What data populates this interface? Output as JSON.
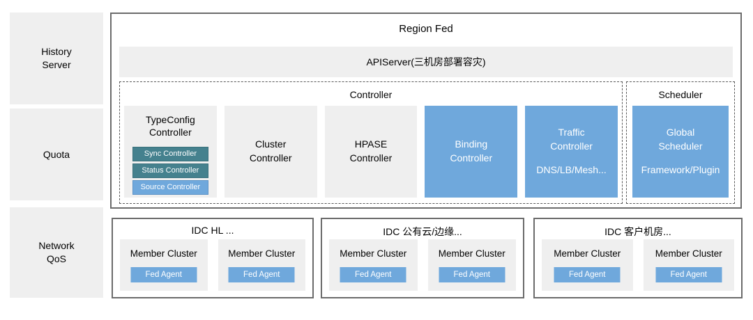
{
  "sidebar": {
    "items": [
      {
        "label": "History\nServer"
      },
      {
        "label": "Quota"
      },
      {
        "label": "Network\nQoS"
      }
    ]
  },
  "region_fed": {
    "title": "Region Fed",
    "apiserver_label": "APIServer(三机房部署容灾)",
    "controller": {
      "label": "Controller",
      "typeconfig": {
        "title": "TypeConfig\nController",
        "subs": [
          {
            "label": "Sync Controller",
            "color": "#45818e"
          },
          {
            "label": "Status Controller",
            "color": "#45818e"
          },
          {
            "label": "Source Controller",
            "color": "#6fa8dc"
          }
        ]
      },
      "cluster_label": "Cluster\nController",
      "hpase_label": "HPASE\nController",
      "binding_label": "Binding\nController",
      "traffic": {
        "title": "Traffic\nController",
        "subtitle": "DNS/LB/Mesh..."
      }
    },
    "scheduler": {
      "label": "Scheduler",
      "global": {
        "title": "Global\nScheduler",
        "subtitle": "Framework/Plugin"
      }
    }
  },
  "idc_groups": [
    {
      "label": "IDC HL ...",
      "clusters": [
        {
          "label": "Member Cluster",
          "agent_label": "Fed Agent"
        },
        {
          "label": "Member Cluster",
          "agent_label": "Fed Agent"
        }
      ]
    },
    {
      "label": "IDC 公有云/边缘...",
      "clusters": [
        {
          "label": "Member Cluster",
          "agent_label": "Fed Agent"
        },
        {
          "label": "Member Cluster",
          "agent_label": "Fed Agent"
        }
      ]
    },
    {
      "label": "IDC 客户机房...",
      "clusters": [
        {
          "label": "Member Cluster",
          "agent_label": "Fed Agent"
        },
        {
          "label": "Member Cluster",
          "agent_label": "Fed Agent"
        }
      ]
    }
  ],
  "colors": {
    "accent_blue": "#6fa8dc",
    "accent_teal": "#45818e",
    "panel_gray": "#efefef",
    "border_dark": "#6b6b6b",
    "white_text": "#ffffff"
  }
}
